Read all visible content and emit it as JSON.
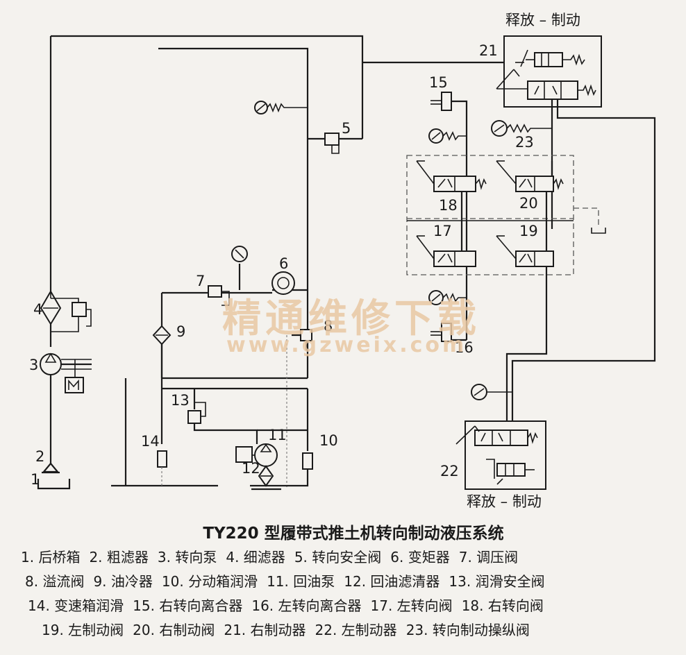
{
  "labels": {
    "release_brake_top": "释放 – 制动",
    "release_brake_bottom": "释放 – 制动"
  },
  "numbers": {
    "n1": "1",
    "n2": "2",
    "n3": "3",
    "n4": "4",
    "n5": "5",
    "n6": "6",
    "n7": "7",
    "n8": "8",
    "n9": "9",
    "n10": "10",
    "n11": "11",
    "n12": "12",
    "n13": "13",
    "n14": "14",
    "n15": "15",
    "n16": "16",
    "n17": "17",
    "n18": "18",
    "n19": "19",
    "n20": "20",
    "n21": "21",
    "n22": "22",
    "n23": "23"
  },
  "watermark": {
    "cn": "精通维修下载",
    "url": "www.gzweix.com"
  },
  "caption": {
    "title": "TY220 型履带式推土机转向制动液压系统",
    "legend": [
      [
        "1. 后桥箱",
        "2. 粗滤器",
        "3. 转向泵",
        "4. 细滤器",
        "5. 转向安全阀",
        "6. 变矩器",
        "7. 调压阀"
      ],
      [
        "8. 溢流阀",
        "9. 油冷器",
        "10. 分动箱润滑",
        "11. 回油泵",
        "12. 回油滤清器",
        "13. 润滑安全阀"
      ],
      [
        "14. 变速箱润滑",
        "15. 右转向离合器",
        "16. 左转向离合器",
        "17. 左转向阀",
        "18. 右转向阀"
      ],
      [
        "19. 左制动阀",
        "20. 右制动阀",
        "21. 右制动器",
        "22. 左制动器",
        "23. 转向制动操纵阀"
      ]
    ]
  },
  "colors": {
    "line": "#1a1a1a",
    "background": "#f4f2ee",
    "watermark": "#e9c8a4"
  }
}
